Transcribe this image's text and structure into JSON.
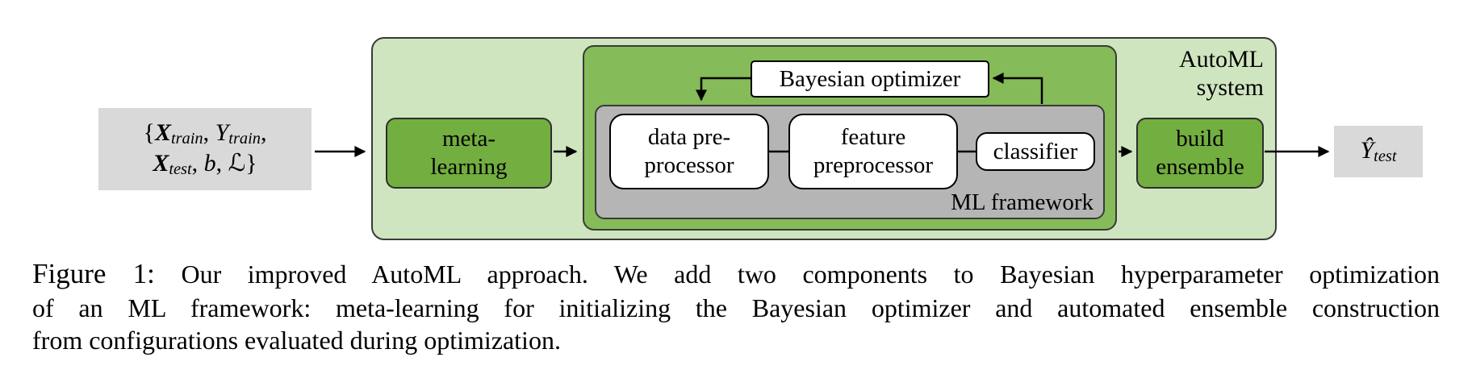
{
  "colors": {
    "outer_green": "#cfe5bf",
    "inner_green": "#85bb58",
    "box_green": "#73ae40",
    "frame_gray": "#b5b5b5",
    "io_gray": "#d9d9d9",
    "border_dark": "#3a3a3a"
  },
  "diagram": {
    "automl_label": {
      "line1": "AutoML",
      "line2": "system"
    },
    "meta_learning": {
      "line1": "meta-",
      "line2": "learning"
    },
    "bayesian_optimizer": "Bayesian optimizer",
    "ml_framework_label": "ML framework",
    "data_preprocessor": {
      "line1": "data pre-",
      "line2": "processor"
    },
    "feature_preprocessor": {
      "line1": "feature",
      "line2": "preprocessor"
    },
    "classifier": "classifier",
    "build_ensemble": {
      "line1": "build",
      "line2": "ensemble"
    },
    "input_math": {
      "line1": [
        {
          "t": "{",
          "s": "n"
        },
        {
          "t": "X",
          "s": "bi"
        },
        {
          "t": "train",
          "s": "si"
        },
        {
          "t": ", ",
          "s": "n"
        },
        {
          "t": "Y",
          "s": "i"
        },
        {
          "t": "train",
          "s": "si"
        },
        {
          "t": ",",
          "s": "n"
        }
      ],
      "line2": [
        {
          "t": "X",
          "s": "bi"
        },
        {
          "t": "test",
          "s": "si"
        },
        {
          "t": ", ",
          "s": "n"
        },
        {
          "t": "b",
          "s": "i"
        },
        {
          "t": ", ",
          "s": "n"
        },
        {
          "t": "ℒ",
          "s": "n"
        },
        {
          "t": "}",
          "s": "n"
        }
      ]
    },
    "output_math": [
      {
        "t": "Ŷ",
        "s": "i"
      },
      {
        "t": "test",
        "s": "si"
      }
    ]
  },
  "caption": {
    "label": "Figure 1:",
    "line1": "Our improved AutoML approach. We add two components to Bayesian hyperparameter optimization",
    "line2": "of an ML framework: meta-learning for initializing the Bayesian optimizer and automated ensemble construction",
    "line3": "from configurations evaluated during optimization."
  }
}
